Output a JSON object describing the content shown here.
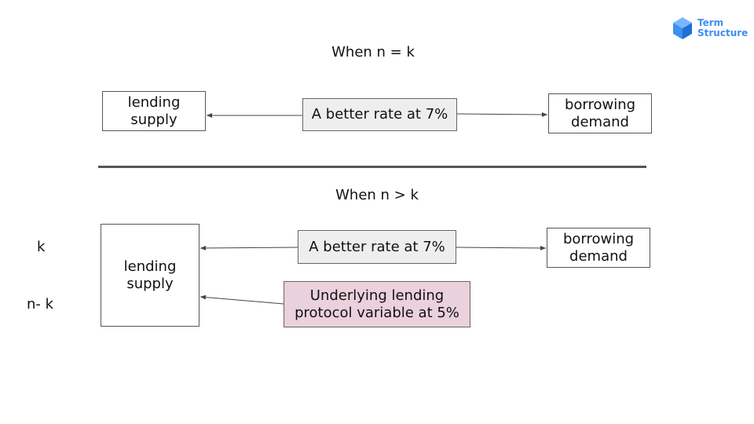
{
  "logo": {
    "line1": "Term",
    "line2": "Structure"
  },
  "top": {
    "heading": "When n = k",
    "lending_supply": "lending supply",
    "rate": "A better rate at 7%",
    "borrowing_demand": "borrowing demand"
  },
  "bottom": {
    "heading": "When n > k",
    "label_k": "k",
    "label_nk": "n- k",
    "lending_supply": "lending supply",
    "rate": "A better rate at 7%",
    "underlying": "Underlying lending protocol variable at 5%",
    "borrowing_demand": "borrowing demand"
  },
  "colors": {
    "brand": "#3d8ff0",
    "rate_box": "#eeeeee",
    "underlying_box": "#ead1dc"
  }
}
